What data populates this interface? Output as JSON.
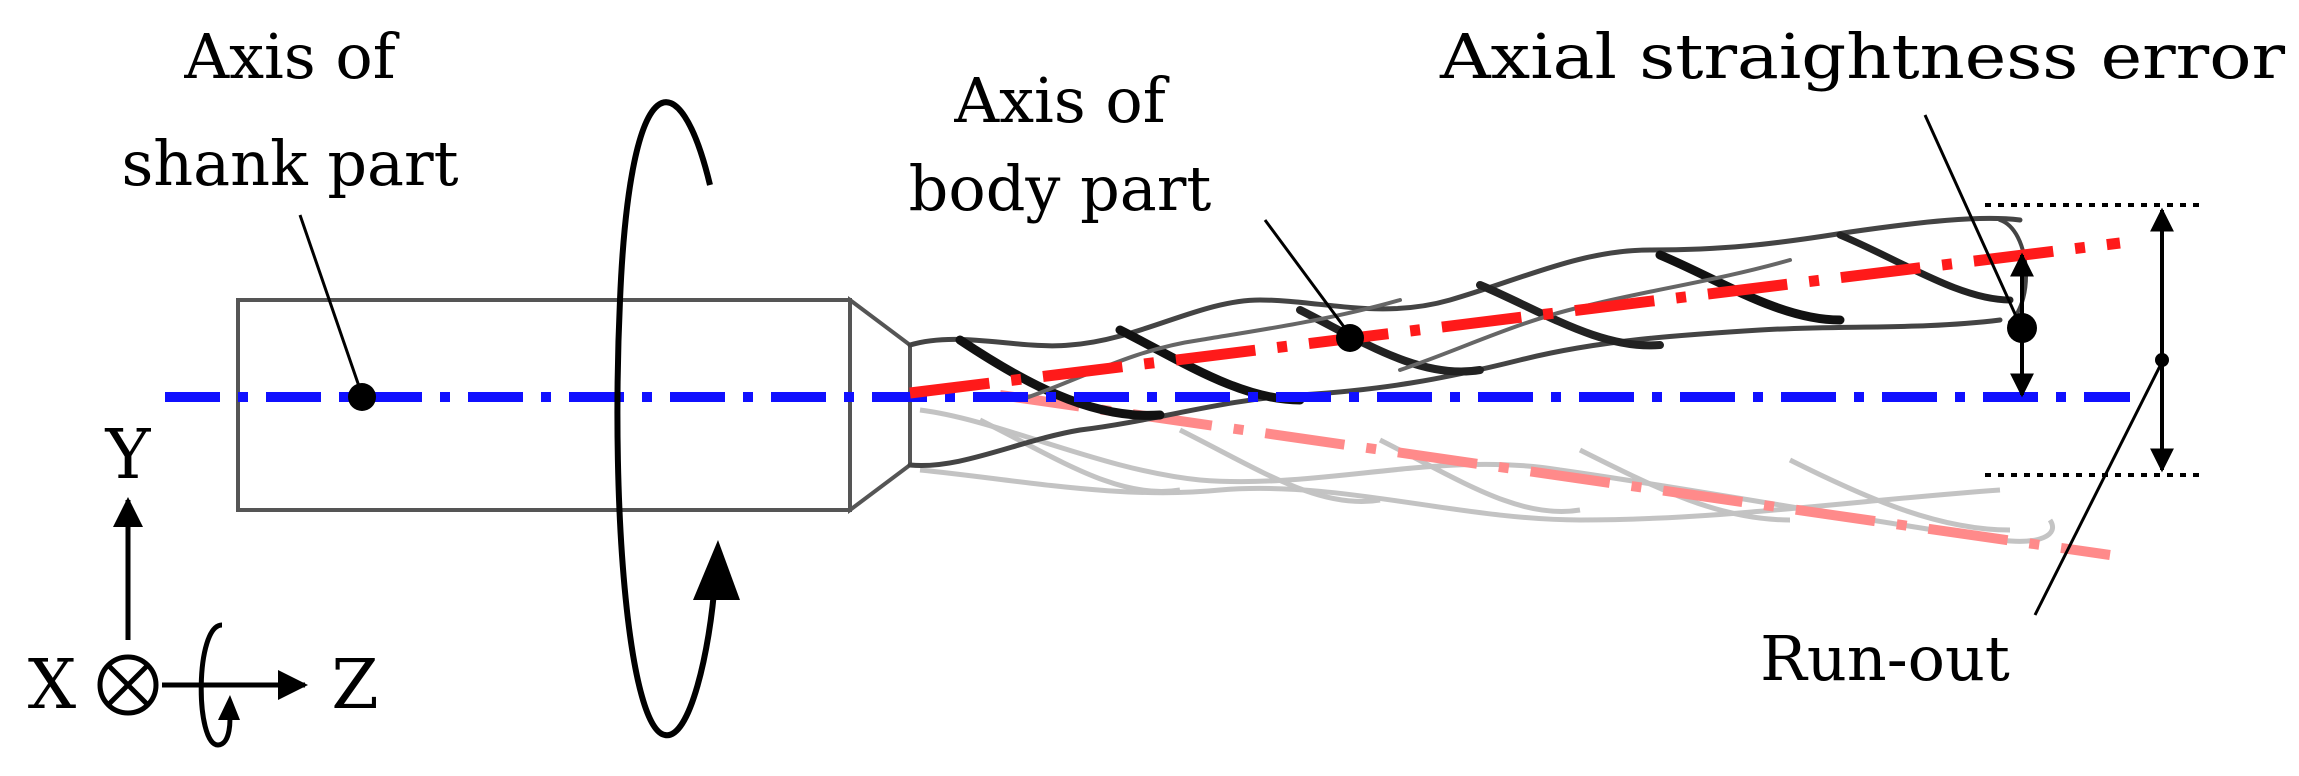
{
  "labels": {
    "shank_axis_line1": "Axis of",
    "shank_axis_line2": "shank part",
    "body_axis_line1": "Axis of",
    "body_axis_line2": "body part",
    "straightness": "Axial straightness error",
    "runout": "Run-out"
  },
  "axes": {
    "y": "Y",
    "x": "X",
    "z": "Z"
  },
  "colors": {
    "shank_axis": "#1010ff",
    "body_axis": "#ff1a1a",
    "body_axis_ghost": "#ff8a8a",
    "drill_outline": "#333333"
  }
}
